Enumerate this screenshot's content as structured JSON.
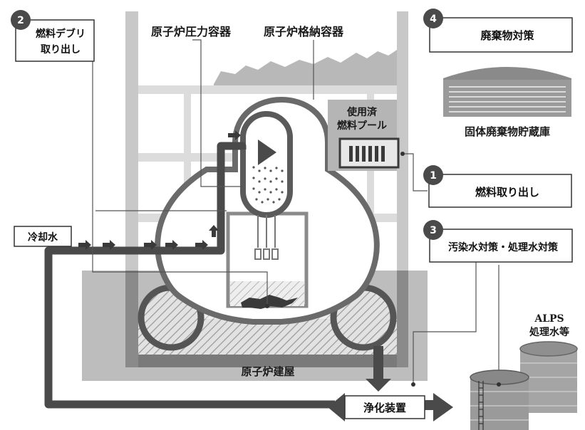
{
  "labels": {
    "reactor_pressure_vessel": "原子炉圧力容器",
    "primary_containment": "原子炉格納容器",
    "reactor_building": "原子炉建屋",
    "cooling_water": "冷却水",
    "spent_fuel_pool_l1": "使用済",
    "spent_fuel_pool_l2": "燃料プール",
    "solid_waste_storage": "固体廃棄物貯蔵庫",
    "purification_device": "浄化装置",
    "alps_l1": "ALPS",
    "alps_l2": "処理水等"
  },
  "callouts": [
    {
      "number": "1",
      "text": "燃料取り出し"
    },
    {
      "number": "2",
      "text_l1": "燃料デブリ",
      "text_l2": "取り出し"
    },
    {
      "number": "3",
      "text": "汚染水対策・処理水対策"
    },
    {
      "number": "4",
      "text": "廃棄物対策"
    }
  ],
  "colors": {
    "badge": "#4a4a4a",
    "pipe": "#4a4a4a",
    "building_wall": "#c8c8c8",
    "basement": "#bdbdbd",
    "outline": "#555555"
  }
}
